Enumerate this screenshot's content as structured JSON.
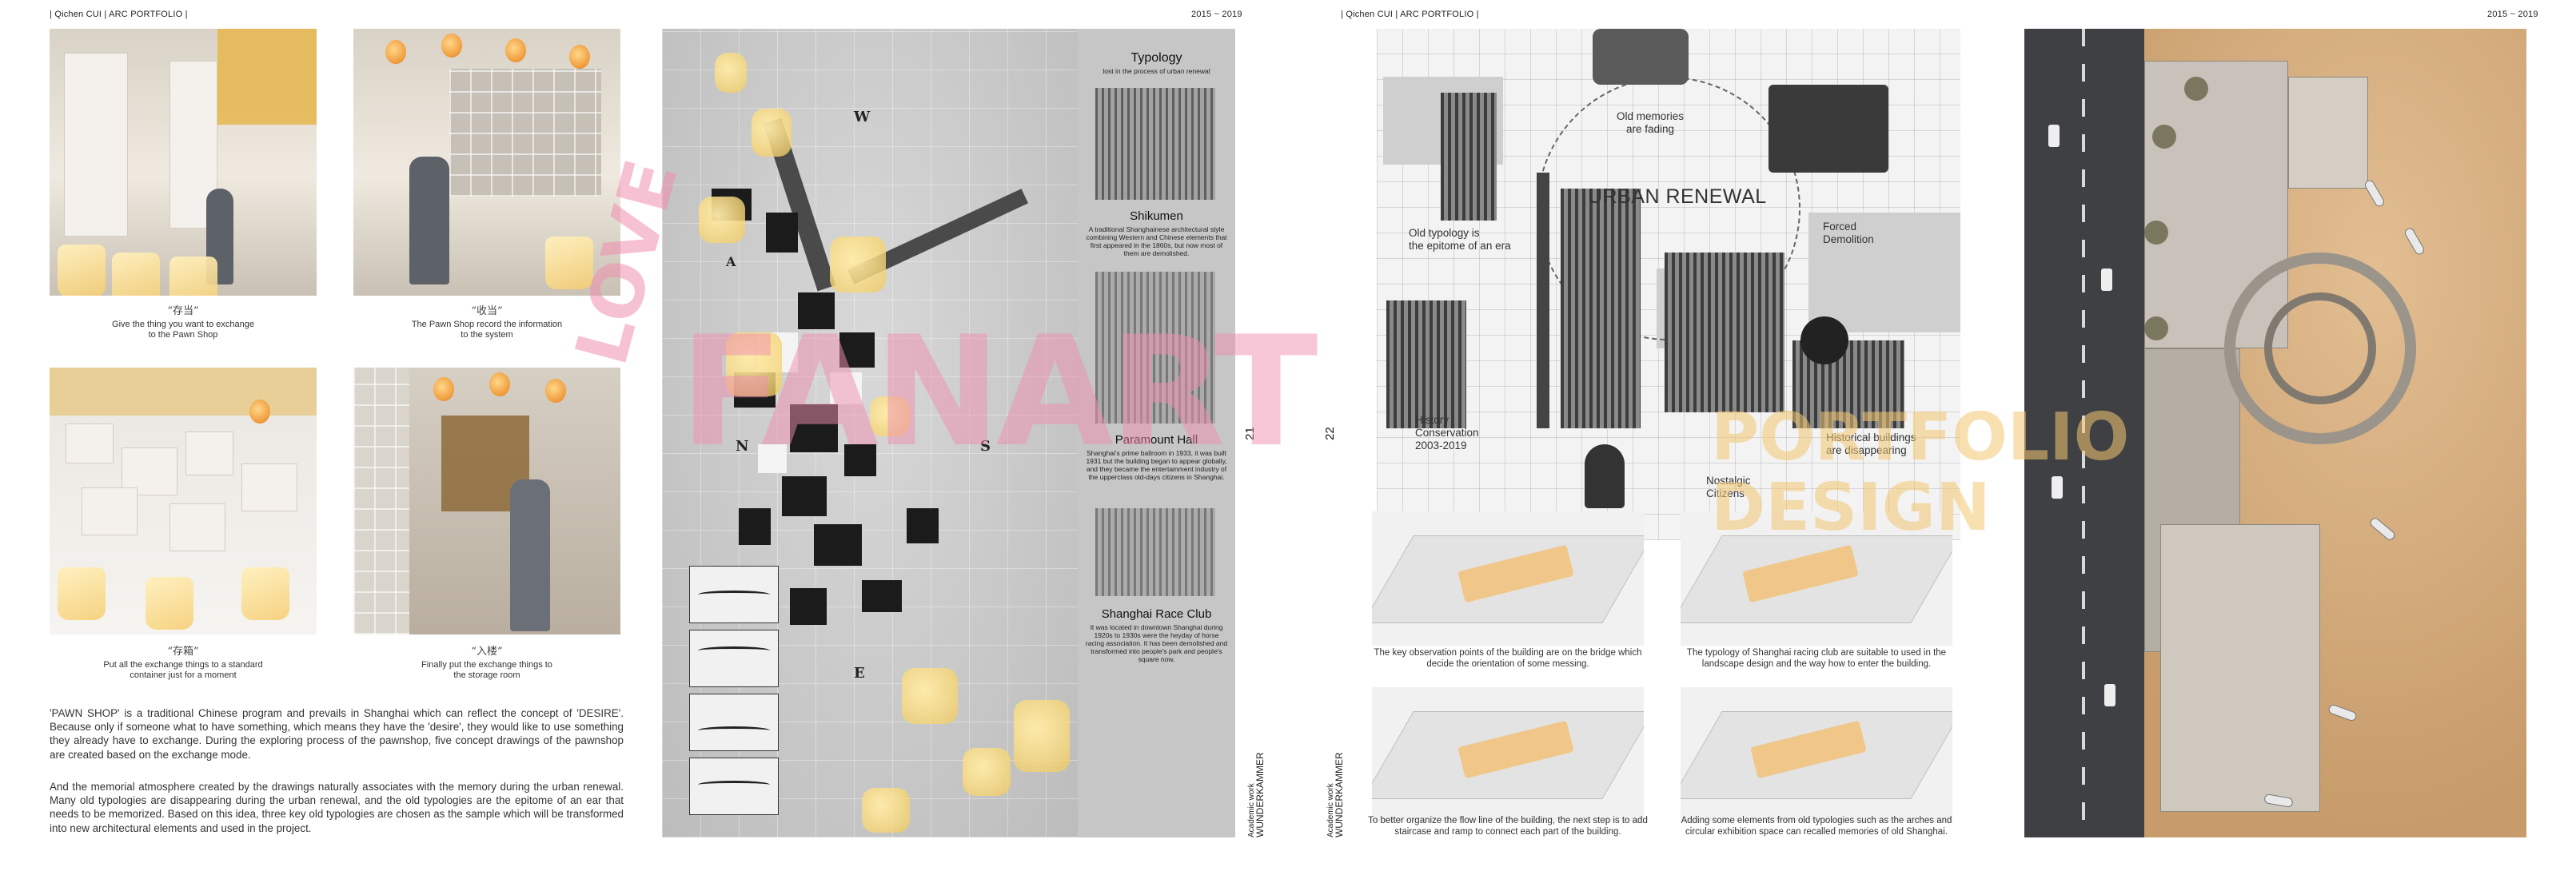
{
  "left_page": {
    "header_left": "| Qichen CUI | ARC PORTFOLIO |",
    "header_right": "2015 ~ 2019",
    "sketches": [
      {
        "title": "“存当”",
        "caption_line1": "Give the thing you want to exchange",
        "caption_line2": "to the Pawn Shop"
      },
      {
        "title": "“收当”",
        "caption_line1": "The Pawn Shop record the information",
        "caption_line2": "to the system"
      },
      {
        "title": "“存箱”",
        "caption_line1": "Put all the exchange things to a standard",
        "caption_line2": "container just for a moment"
      },
      {
        "title": "“入楼”",
        "caption_line1": "Finally put the exchange things to",
        "caption_line2": "the storage room"
      }
    ],
    "paragraph1": "'PAWN SHOP' is a traditional Chinese program and prevails in Shanghai which can reflect the concept of 'DESIRE'. Because only if someone what to have something, which means they have the 'desire', they would like to use something they already have to exchange. During the exploring process of the pawnshop, five concept drawings of the pawnshop are created based on the exchange mode.",
    "paragraph2": "And the memorial atmosphere created by the drawings naturally associates with the memory during the urban renewal. Many old typologies are disappearing during the urban renewal, and the old typologies are the epitome of an ear that needs to be memorized. Based on this idea, three key old typologies are chosen as the sample which will be transformed into new architectural elements and used in the project.",
    "map": {
      "compass_w": "W",
      "compass_n": "N",
      "compass_s": "S",
      "compass_e": "E",
      "map_letter": "A"
    },
    "typology": {
      "title": "Typology",
      "subtitle": "lost in the process of urban renewal",
      "items": [
        {
          "name": "Shikumen",
          "desc": "A traditional Shanghainese architectural style combining Western and Chinese elements that first appeared in the 1860s, but now most of them are demolished."
        },
        {
          "name": "Paramount Hall",
          "desc": "Shanghai's prime ballroom in 1933, it was built 1931 but the building began to appear globally, and they became the entertainment industry of the upperclass old-days citizens in Shanghai."
        },
        {
          "name": "Shanghai Race Club",
          "desc": "It was located in downtown Shanghai during 1920s to 1930s were the heyday of horse racing association. It has been demolished and transformed into people's park and people's square now."
        }
      ]
    },
    "page_number": "21",
    "footer_label_line1": "Academic work",
    "footer_label_line2": "WUNDERKAMMER"
  },
  "right_page": {
    "header_left": "| Qichen CUI | ARC PORTFOLIO |",
    "header_right": "2015 ~ 2019",
    "page_number": "22",
    "footer_label_line1": "Academic work",
    "footer_label_line2": "WUNDERKAMMER",
    "collage": {
      "title": "URBAN RENEWAL",
      "labels": {
        "old_memories": "Old memories\nare fading",
        "forced": "Forced\nDemolition",
        "old_typology": "Old typology is\nthe epitome of an era",
        "history": "History\nConservation\n2003-2019",
        "historical": "Historical buildings\nare disappearing",
        "nostalgic": "Nostalgic\nCitizens"
      }
    },
    "iso_captions": [
      "The key observation points of the building are on the bridge which decide the orientation of some messing.",
      "The typology of Shanghai racing club are suitable to used in the landscape design and the way how to enter the building.",
      "To better organize the flow line of the building, the next step is to add staircase and ramp to connect each part of the building.",
      "Adding some elements from old typologies such as the arches and circular exhibition space can recalled memories of old Shanghai."
    ]
  },
  "watermark": {
    "love": "LOVE",
    "fanart": "FANART",
    "portfolio": "PORTFOLIO",
    "design": "DESIGN",
    "color_pink": "#f08fb0",
    "color_gold": "#f4c772"
  }
}
